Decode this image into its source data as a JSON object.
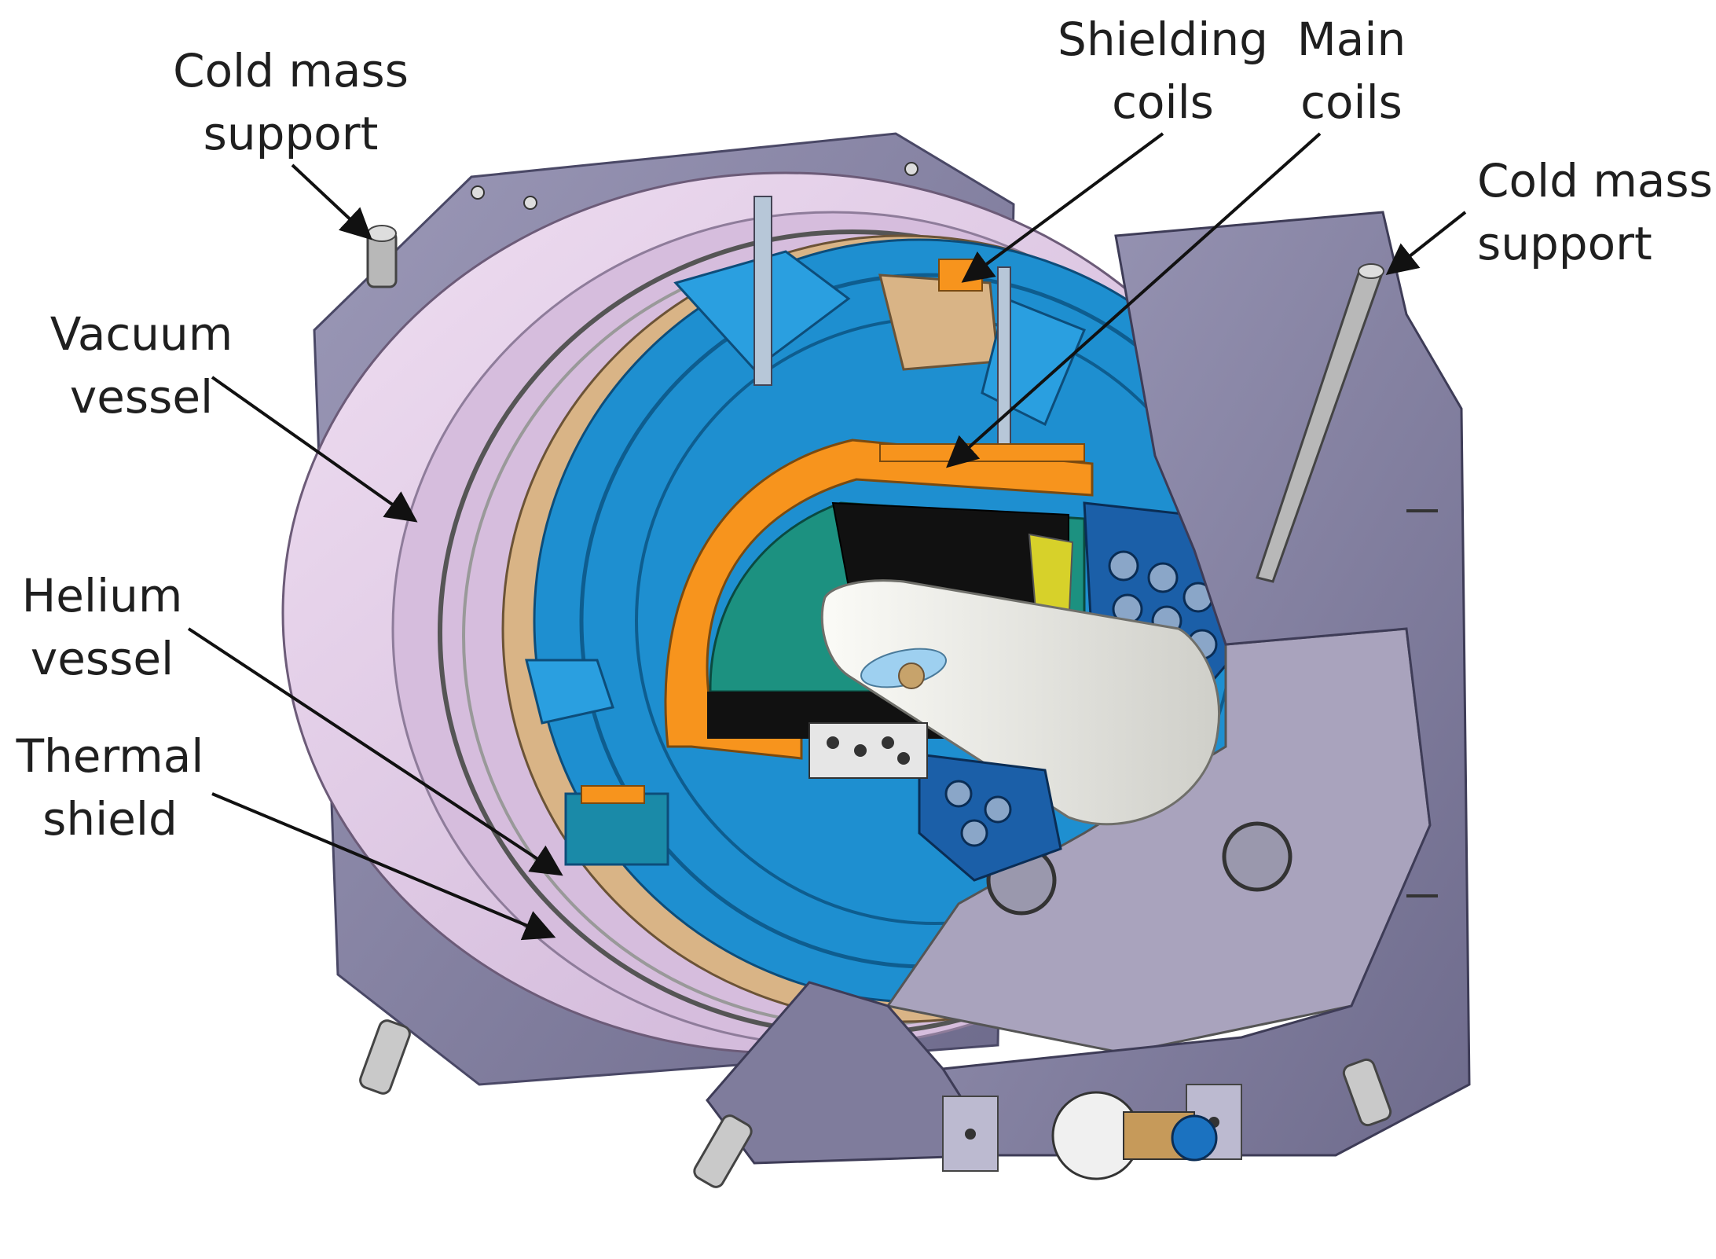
{
  "labels": {
    "cold_mass_support_left": {
      "line1": "Cold mass",
      "line2": "support"
    },
    "vacuum_vessel": {
      "line1": "Vacuum",
      "line2": "vessel"
    },
    "helium_vessel": {
      "line1": "Helium",
      "line2": "vessel"
    },
    "thermal_shield": {
      "line1": "Thermal",
      "line2": "shield"
    },
    "shielding_coils": {
      "line1": "Shielding",
      "line2": "coils"
    },
    "main_coils": {
      "line1": "Main",
      "line2": "coils"
    },
    "cold_mass_support_right": {
      "line1": "Cold mass",
      "line2": "support"
    }
  },
  "colors": {
    "frame": "#8a87a8",
    "frame_dark": "#5e5b7c",
    "vacuum_vessel": "#e2c8e6",
    "cryo_blue": "#1e8fd0",
    "cryo_dark": "#14639a",
    "tan": "#d9b486",
    "orange": "#f7941d",
    "bore": "#e6e6e1",
    "teal": "#1c9180",
    "black": "#111111"
  }
}
